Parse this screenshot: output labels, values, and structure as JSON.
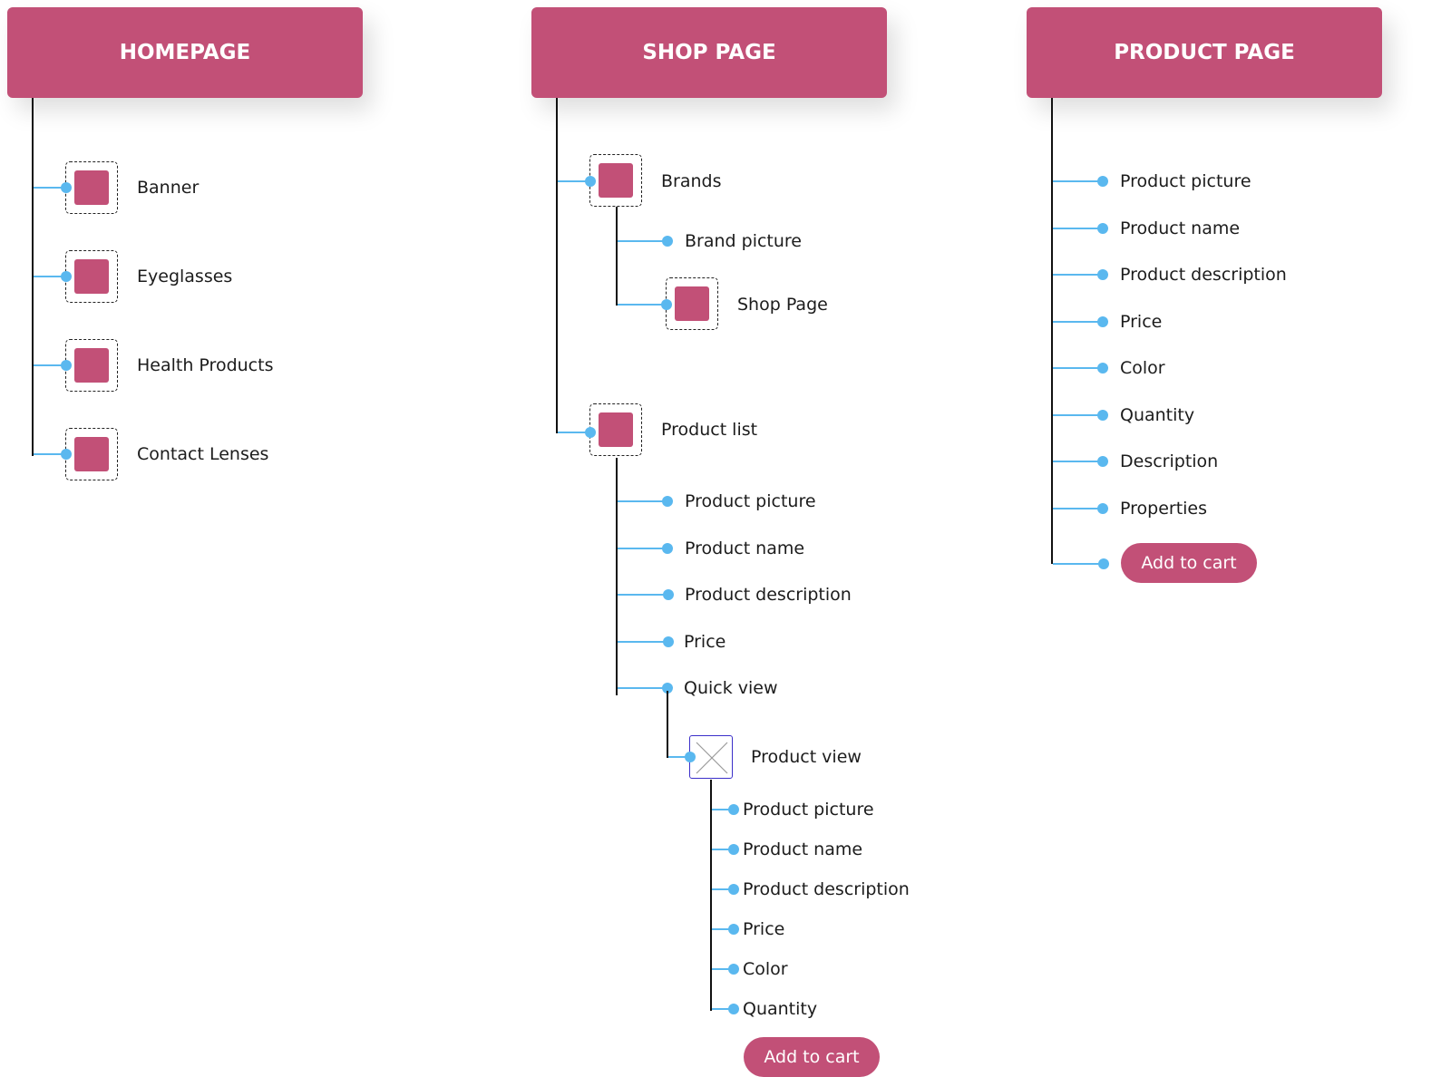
{
  "colors": {
    "header": "#c25077",
    "connector": "#5ab8ef",
    "trunk": "#111111",
    "modal_border": "#3b2fc9"
  },
  "homepage": {
    "title": "HOMEPAGE",
    "items": [
      "Banner",
      "Eyeglasses",
      "Health Products",
      "Contact Lenses"
    ]
  },
  "shop": {
    "title": "SHOP PAGE",
    "brands": {
      "label": "Brands",
      "brand_picture": "Brand picture",
      "shop_page": "Shop Page"
    },
    "product_list": {
      "label": "Product list",
      "fields": [
        "Product picture",
        "Product name",
        "Product description",
        "Price",
        "Quick view"
      ]
    },
    "product_view": {
      "label": "Product view",
      "fields": [
        "Product picture",
        "Product name",
        "Product description",
        "Price",
        "Color",
        "Quantity"
      ],
      "cta": "Add to cart"
    }
  },
  "product_page": {
    "title": "PRODUCT PAGE",
    "fields": [
      "Product picture",
      "Product name",
      "Product description",
      "Price",
      "Color",
      "Quantity",
      "Description",
      "Properties"
    ],
    "cta": "Add to cart"
  }
}
